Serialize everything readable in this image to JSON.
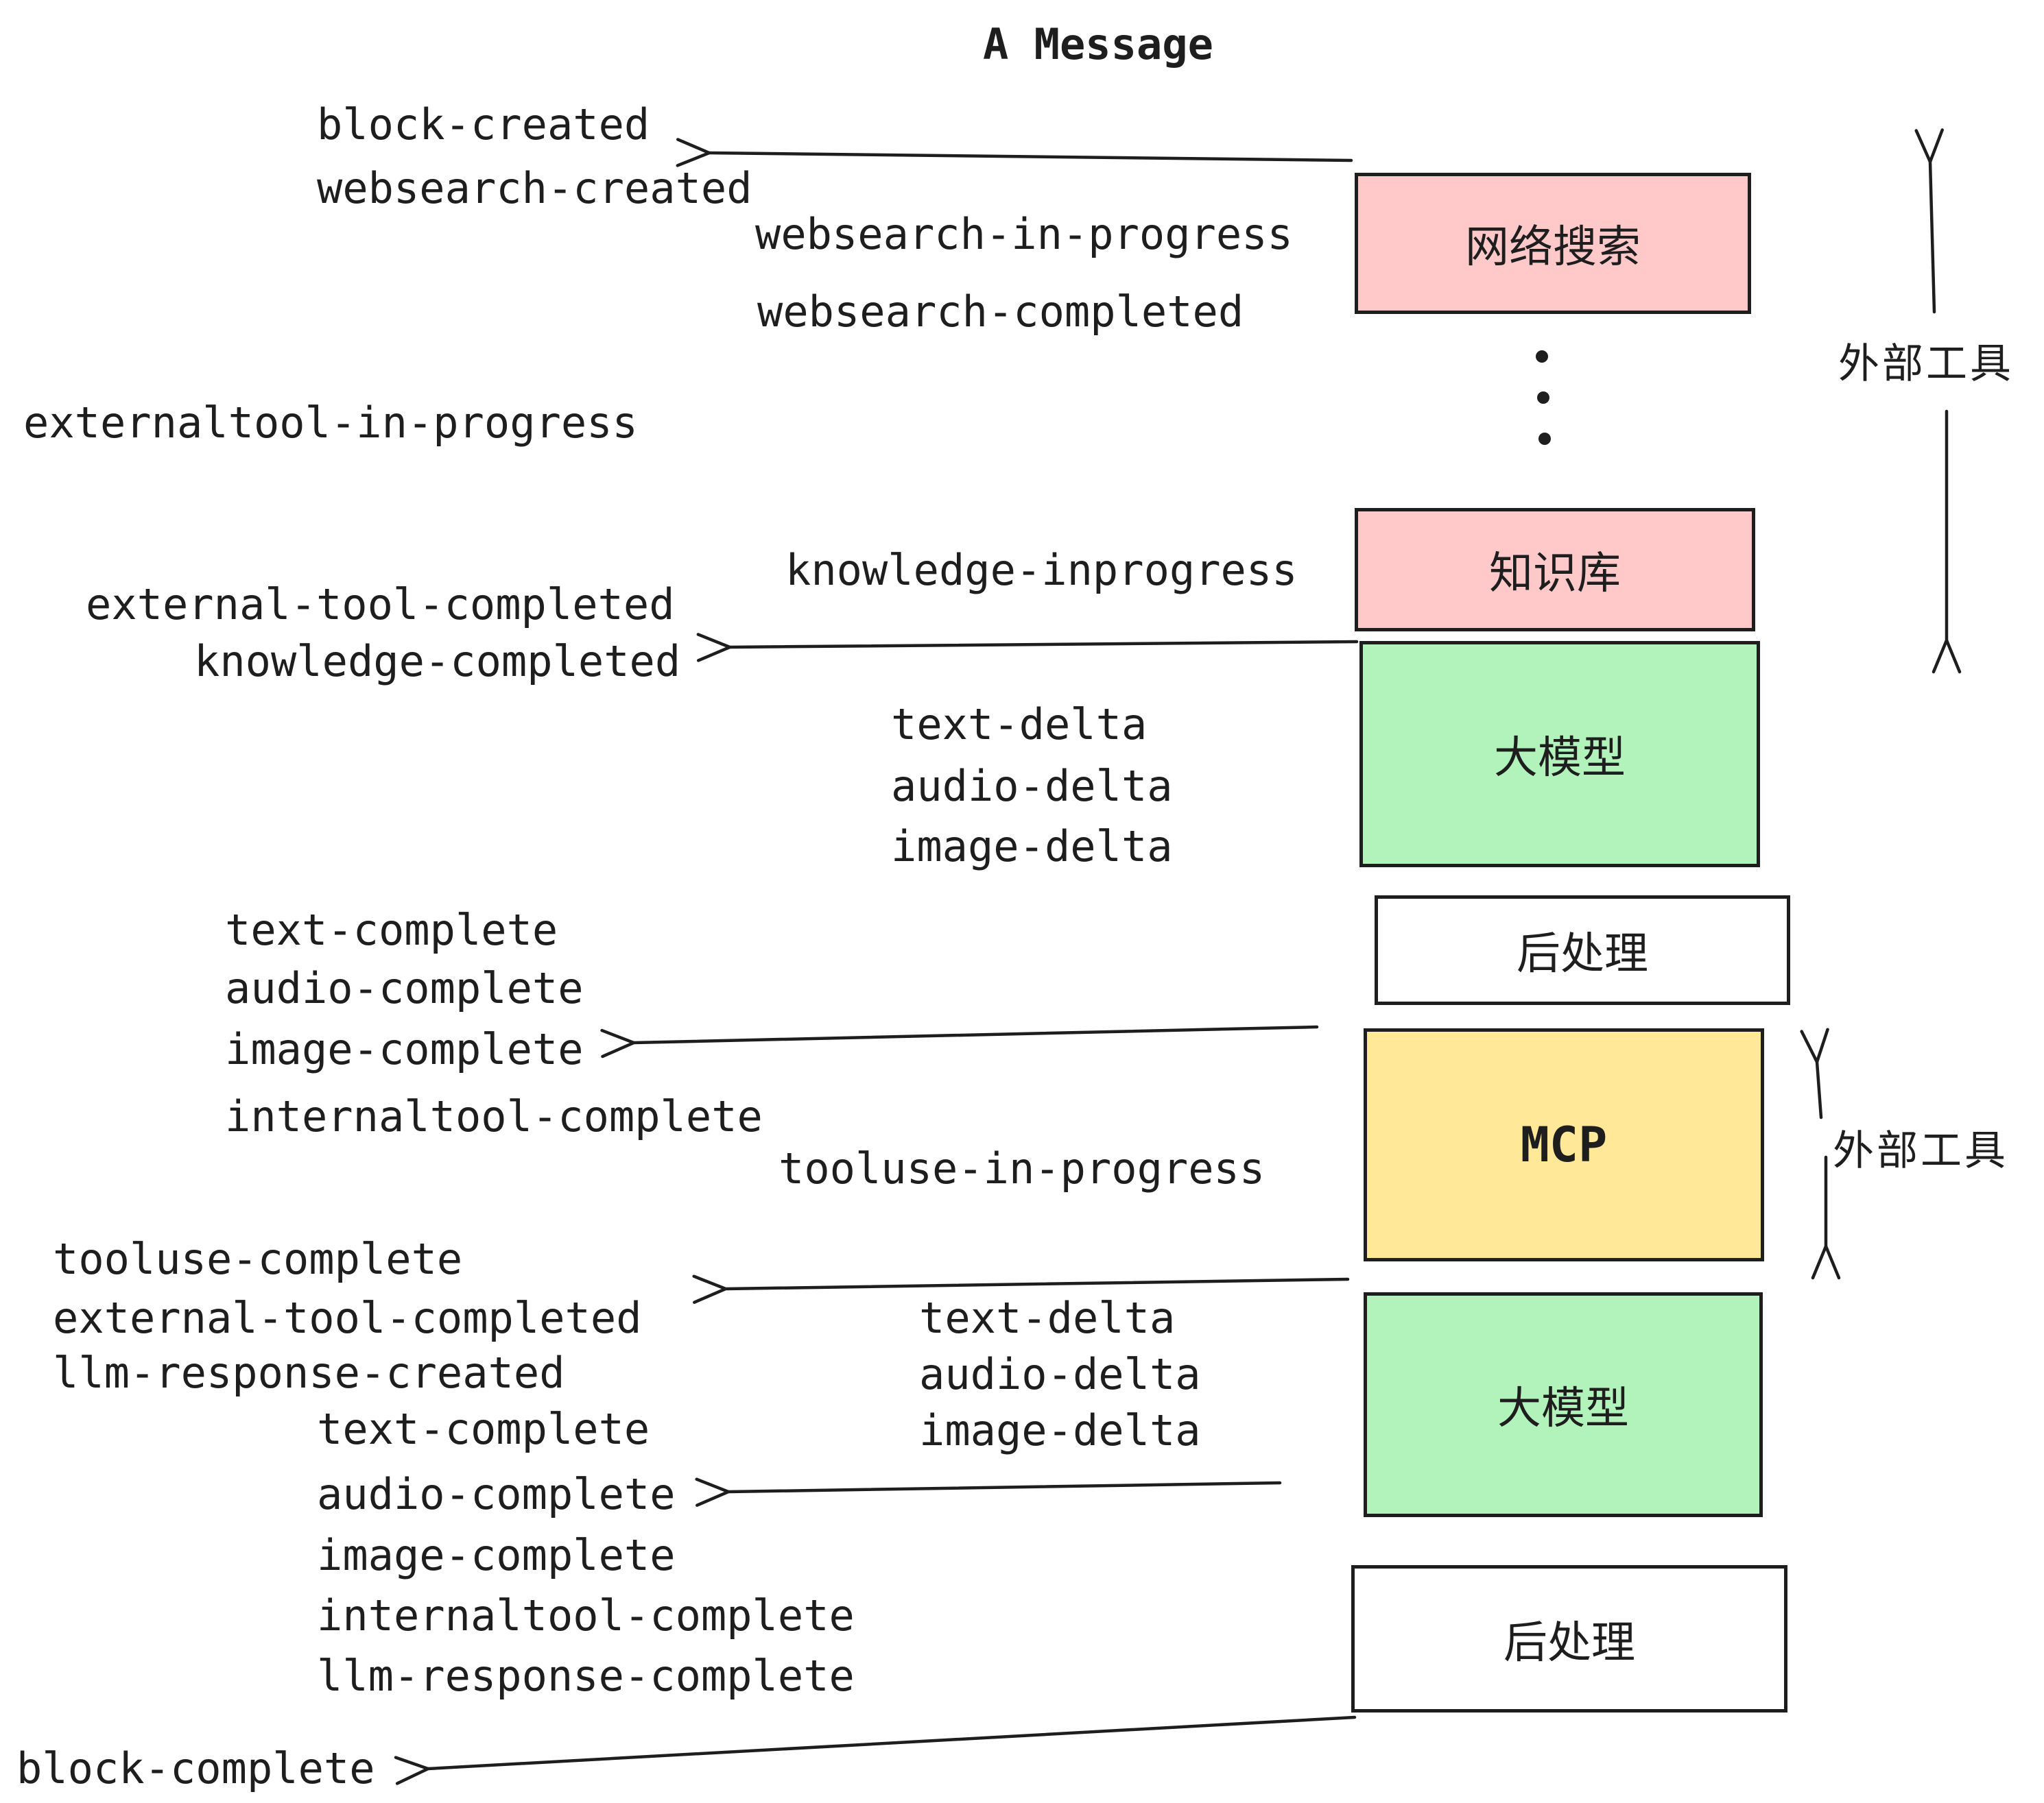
{
  "title": "A Message",
  "boxes": [
    {
      "label": "网络搜索"
    },
    {
      "label": "知识库"
    },
    {
      "label": "大模型"
    },
    {
      "label": "后处理"
    },
    {
      "label": "MCP"
    },
    {
      "label": "大模型"
    },
    {
      "label": "后处理"
    }
  ],
  "side_labels": {
    "top": "外部工具",
    "bottom": "外部工具"
  },
  "events": [
    {
      "text": "block-created"
    },
    {
      "text": "websearch-created"
    },
    {
      "text": "websearch-in-progress"
    },
    {
      "text": "websearch-completed"
    },
    {
      "text": "externaltool-in-progress"
    },
    {
      "text": "knowledge-inprogress"
    },
    {
      "text": "external-tool-completed"
    },
    {
      "text": "knowledge-completed"
    },
    {
      "text": "text-delta"
    },
    {
      "text": "audio-delta"
    },
    {
      "text": "image-delta"
    },
    {
      "text": "text-complete"
    },
    {
      "text": "audio-complete"
    },
    {
      "text": "image-complete"
    },
    {
      "text": "internaltool-complete"
    },
    {
      "text": "tooluse-in-progress"
    },
    {
      "text": "tooluse-complete"
    },
    {
      "text": "external-tool-completed"
    },
    {
      "text": "llm-response-created"
    },
    {
      "text": "text-complete"
    },
    {
      "text": "audio-complete"
    },
    {
      "text": "image-complete"
    },
    {
      "text": "internaltool-complete"
    },
    {
      "text": "llm-response-complete"
    },
    {
      "text": "text-delta"
    },
    {
      "text": "audio-delta"
    },
    {
      "text": "image-delta"
    },
    {
      "text": "block-complete"
    }
  ],
  "colors": {
    "ink": "#1e1e1e",
    "websearch_fill": "#ffc9c9",
    "knowledge_fill": "#ffc9c9",
    "llm_fill": "#b2f2bb",
    "mcp_fill": "#ffe999",
    "postprocess_fill": "#ffffff"
  }
}
